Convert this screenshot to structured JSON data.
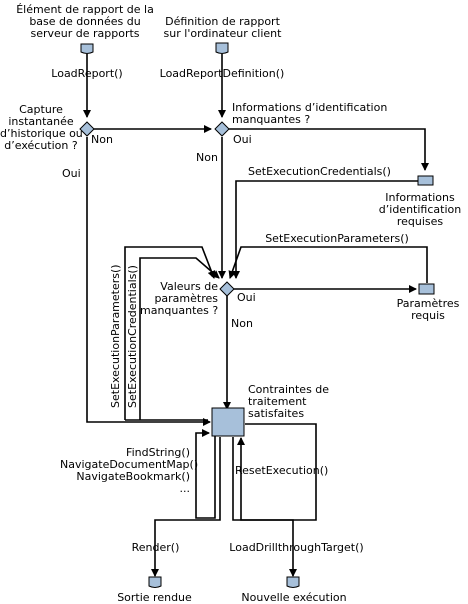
{
  "nodes": {
    "server_item": "Élément de rapport de la\nbase de données du\nserveur de rapports",
    "client_def": "Définition de rapport\nsur l'ordinateur client",
    "snapshot_q": "Capture\ninstantanée\nd’historique ou\nd’exécution ?",
    "cred_q": "Informations d’identification\nmanquantes ?",
    "cred_required": "Informations\nd’identification\nrequises",
    "params_q": "Valeurs de\nparamètres\nmanquantes ?",
    "params_required": "Paramètres\nrequis",
    "constraints": "Contraintes de\ntraitement\nsatisfaites",
    "rendered": "Sortie rendue",
    "new_exec": "Nouvelle exécution"
  },
  "methods": {
    "load_report": "LoadReport()",
    "load_def": "LoadReportDefinition()",
    "set_cred_top": "SetExecutionCredentials()",
    "set_params_top": "SetExecutionParameters()",
    "set_params_vert": "SetExecutionParameters()",
    "set_cred_vert": "SetExecutionCredentials()",
    "nav": "FindString()\nNavigateDocumentMap()\nNavigateBookmark()\n...",
    "reset": "ResetExecution()",
    "render": "Render()",
    "drill": "LoadDrillthroughTarget()"
  },
  "labels": {
    "no": "Non",
    "yes": "Oui"
  },
  "colors": {
    "shape_fill": "#a7c0da",
    "line": "#000000"
  }
}
